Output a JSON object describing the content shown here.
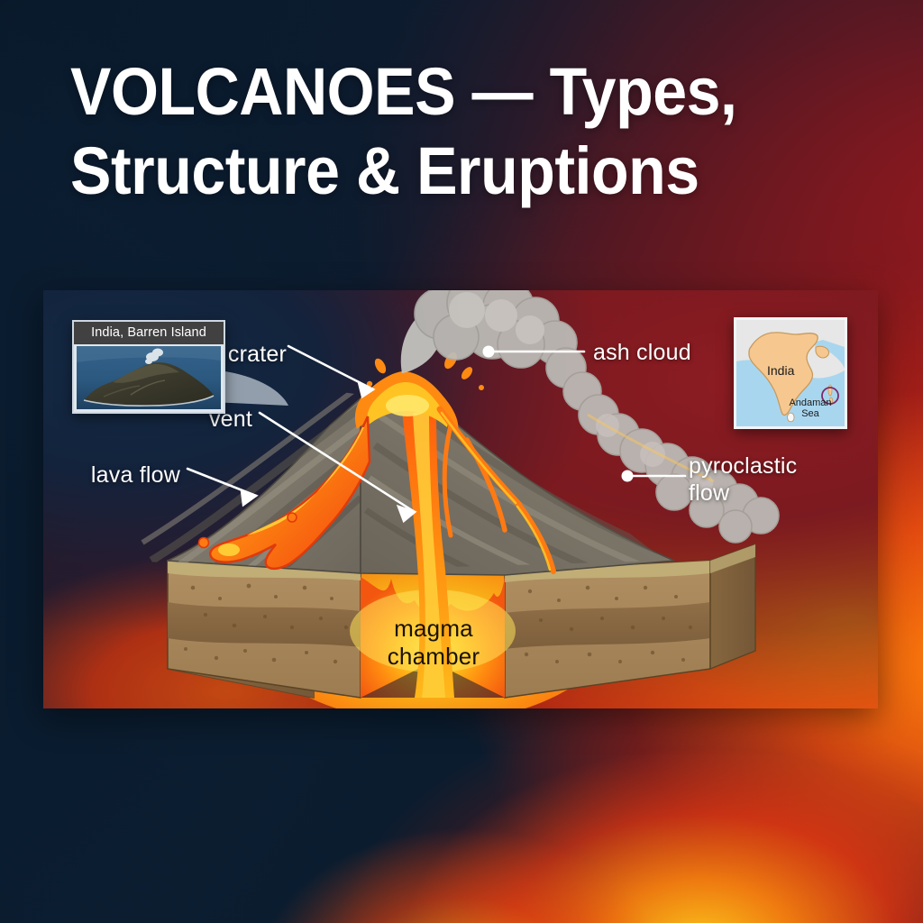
{
  "title": {
    "line1": "VOLCANOES — Types,",
    "line2": "Structure & Eruptions"
  },
  "colors": {
    "background_navy": "#0a1c2e",
    "background_crimson": "#8c1c22",
    "background_lava_orange": "#f3820f",
    "title_text": "#ffffff",
    "label_text": "#ffffff",
    "magma_label_text": "#1a1208",
    "lava": "#ff7a12",
    "magma_core": "#ffc21a",
    "ash_cloud": "#b9b9b4",
    "rock_slope": "#7f7a6c",
    "soil_upper": "#a98a5e",
    "soil_lower": "#8a6b45",
    "leader_line": "#ffffff"
  },
  "diagram": {
    "labels": [
      {
        "id": "crater",
        "text": "crater",
        "align": "right"
      },
      {
        "id": "vent",
        "text": "vent",
        "align": "right"
      },
      {
        "id": "lava-flow",
        "text": "lava flow",
        "align": "right"
      },
      {
        "id": "ash-cloud",
        "text": "ash cloud",
        "align": "left"
      },
      {
        "id": "pyroclastic-flow",
        "text": "pyroclastic\nflow",
        "align": "left"
      },
      {
        "id": "magma-chamber",
        "text": "magma\nchamber",
        "align": "center"
      }
    ]
  },
  "inset_photo": {
    "caption": "India, Barren Island",
    "alt": "aerial photograph of Barren Island volcano in the sea"
  },
  "inset_map": {
    "country_label": "India",
    "sea_label": "Andaman\nSea",
    "marker": "location-circle"
  }
}
